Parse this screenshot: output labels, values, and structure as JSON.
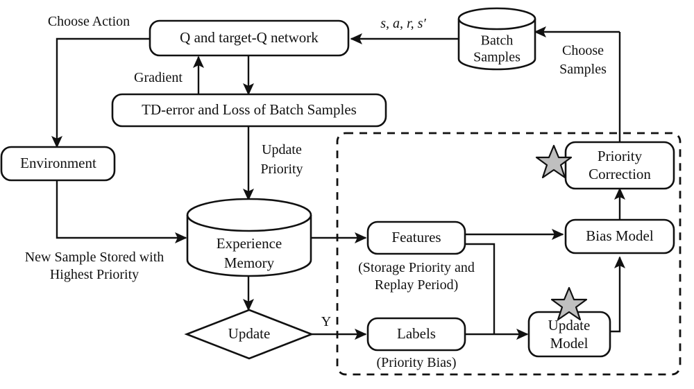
{
  "diagram": {
    "title": "Prioritized Experience Replay with Bias Correction Flowchart",
    "colors": {
      "stroke": "#111111",
      "background": "#ffffff",
      "star_fill": "#bfbfbf"
    },
    "nodes": {
      "q_network": {
        "label": "Q and target-Q network",
        "shape": "rounded-rect"
      },
      "td_error": {
        "label": "TD-error and Loss of Batch Samples",
        "shape": "rounded-rect"
      },
      "environment": {
        "label": "Environment",
        "shape": "rounded-rect"
      },
      "batch_samples": {
        "label_line1": "Batch",
        "label_line2": "Samples",
        "shape": "cylinder"
      },
      "experience_memory": {
        "label_line1": "Experience",
        "label_line2": "Memory",
        "shape": "cylinder"
      },
      "update_decision": {
        "label": "Update",
        "shape": "diamond"
      },
      "features": {
        "label": "Features",
        "shape": "rounded-rect"
      },
      "features_caption_line1": "(Storage Priority and",
      "features_caption_line2": "Replay Period)",
      "labels_node": {
        "label": "Labels",
        "shape": "rounded-rect"
      },
      "labels_caption": "(Priority Bias)",
      "bias_model": {
        "label": "Bias Model",
        "shape": "rounded-rect"
      },
      "priority_correction": {
        "label_line1": "Priority",
        "label_line2": "Correction",
        "shape": "rounded-rect"
      },
      "update_model": {
        "label_line1": "Update",
        "label_line2": "Model",
        "shape": "rounded-rect"
      }
    },
    "edge_labels": {
      "choose_action": "Choose Action",
      "gradient": "Gradient",
      "update_priority_line1": "Update",
      "update_priority_line2": "Priority",
      "transition_tuple": "s, a, r, s′",
      "choose_samples_line1": "Choose",
      "choose_samples_line2": "Samples",
      "new_sample_line1": "New Sample Stored with",
      "new_sample_line2": "Highest Priority",
      "yes_branch": "Y"
    },
    "markers": {
      "star_priority_correction": "star-icon",
      "star_update_model": "star-icon"
    }
  }
}
